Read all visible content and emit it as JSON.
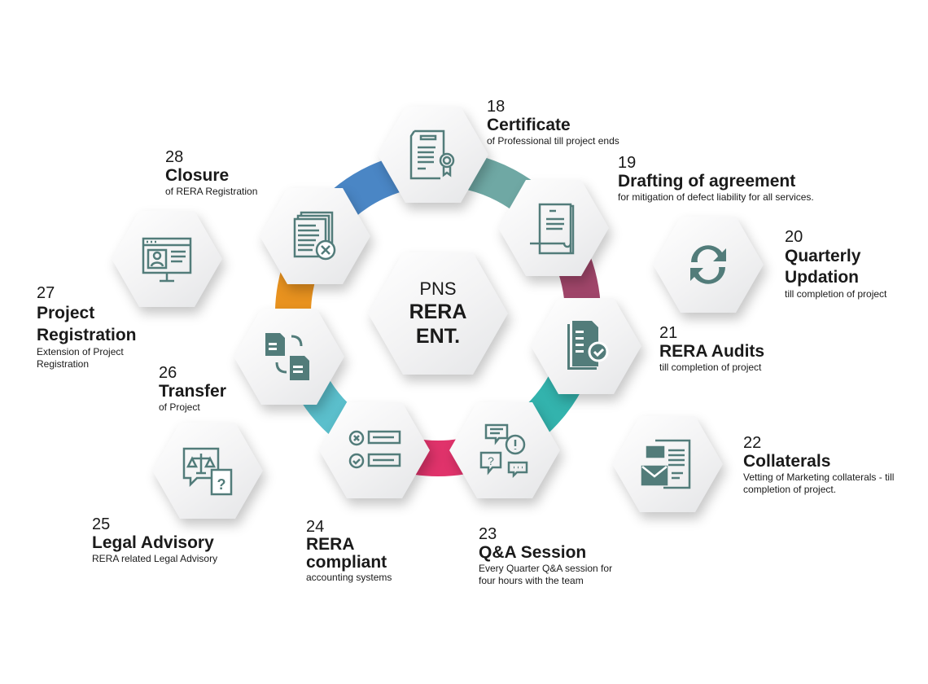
{
  "center": {
    "line1": "PNS",
    "line2": "RERA",
    "line3": "ENT."
  },
  "items": [
    {
      "num": "18",
      "title": "Certificate",
      "desc": "of Professional till project ends",
      "icon": "certificate-icon"
    },
    {
      "num": "19",
      "title": "Drafting of agreement",
      "desc": "for mitigation of defect liability for all services.",
      "icon": "document-icon"
    },
    {
      "num": "20",
      "title": "Quarterly Updation",
      "desc": "till completion of project",
      "icon": "refresh-icon"
    },
    {
      "num": "21",
      "title": "RERA Audits",
      "desc": "till completion of project",
      "icon": "document-check-icon"
    },
    {
      "num": "22",
      "title": "Collaterals",
      "desc": "Vetting of Marketing collaterals - till completion of project.",
      "icon": "mail-document-icon"
    },
    {
      "num": "23",
      "title": "Q&A Session",
      "desc": "Every Quarter Q&A session for four hours with the team",
      "icon": "chat-bubbles-icon"
    },
    {
      "num": "24",
      "title": "RERA compliant",
      "desc": "accounting systems",
      "icon": "checklist-icon"
    },
    {
      "num": "25",
      "title": "Legal Advisory",
      "desc": "RERA related Legal Advisory",
      "icon": "scales-icon"
    },
    {
      "num": "26",
      "title": "Transfer",
      "desc": "of Project",
      "icon": "file-transfer-icon"
    },
    {
      "num": "27",
      "title": "Project Registration",
      "desc": "Extension of Project Registration",
      "icon": "monitor-profile-icon"
    },
    {
      "num": "28",
      "title": "Closure",
      "desc": "of RERA Registration",
      "icon": "documents-close-icon"
    }
  ],
  "colors": {
    "icon": "#527c7a",
    "blue": "#4a86c5",
    "sage": "#6fa8a4",
    "maroon": "#a0466a",
    "teal": "#33b3ad",
    "pink": "#e0336b",
    "cyan": "#5bbfcc",
    "orange": "#e8921f"
  }
}
